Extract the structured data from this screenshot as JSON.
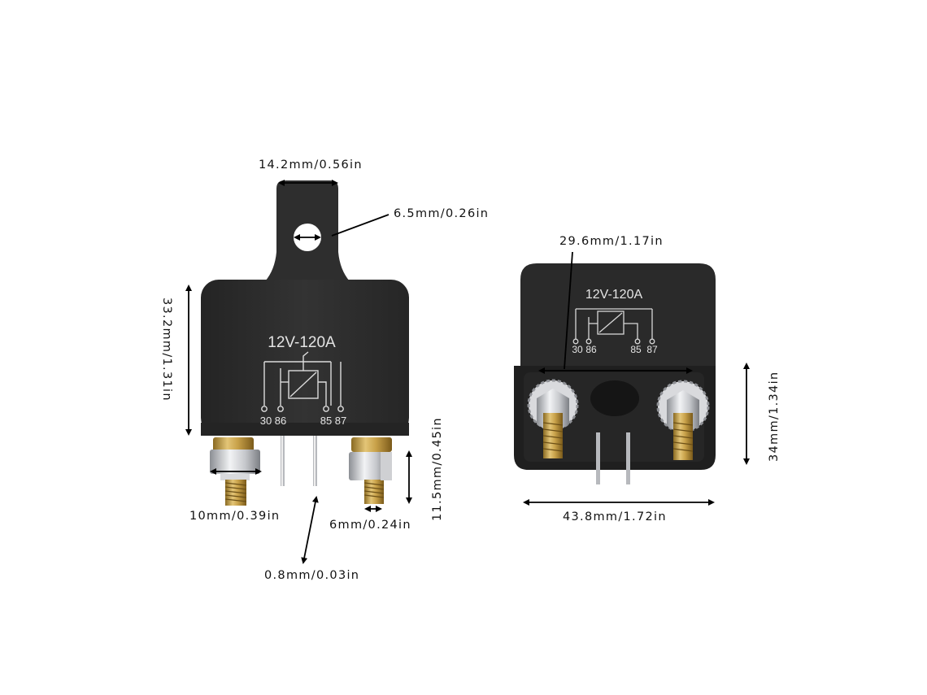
{
  "relay": {
    "rating_label": "12V-120A",
    "pin_labels": {
      "p30": "30",
      "p86": "86",
      "p85": "85",
      "p87": "87"
    },
    "body_color": "#2b2b2b"
  },
  "dimensions": {
    "mount_width": "14.2mm/0.56in",
    "hole_diameter": "6.5mm/0.26in",
    "body_height": "33.2mm/1.31in",
    "nut_width": "10mm/0.39in",
    "stud_diameter": "6mm/0.24in",
    "stud_length": "11.5mm/0.45in",
    "pin_thickness": "0.8mm/0.03in",
    "inner_width": "29.6mm/1.17in",
    "side_height": "34mm/1.34in",
    "overall_width": "43.8mm/1.72in"
  }
}
